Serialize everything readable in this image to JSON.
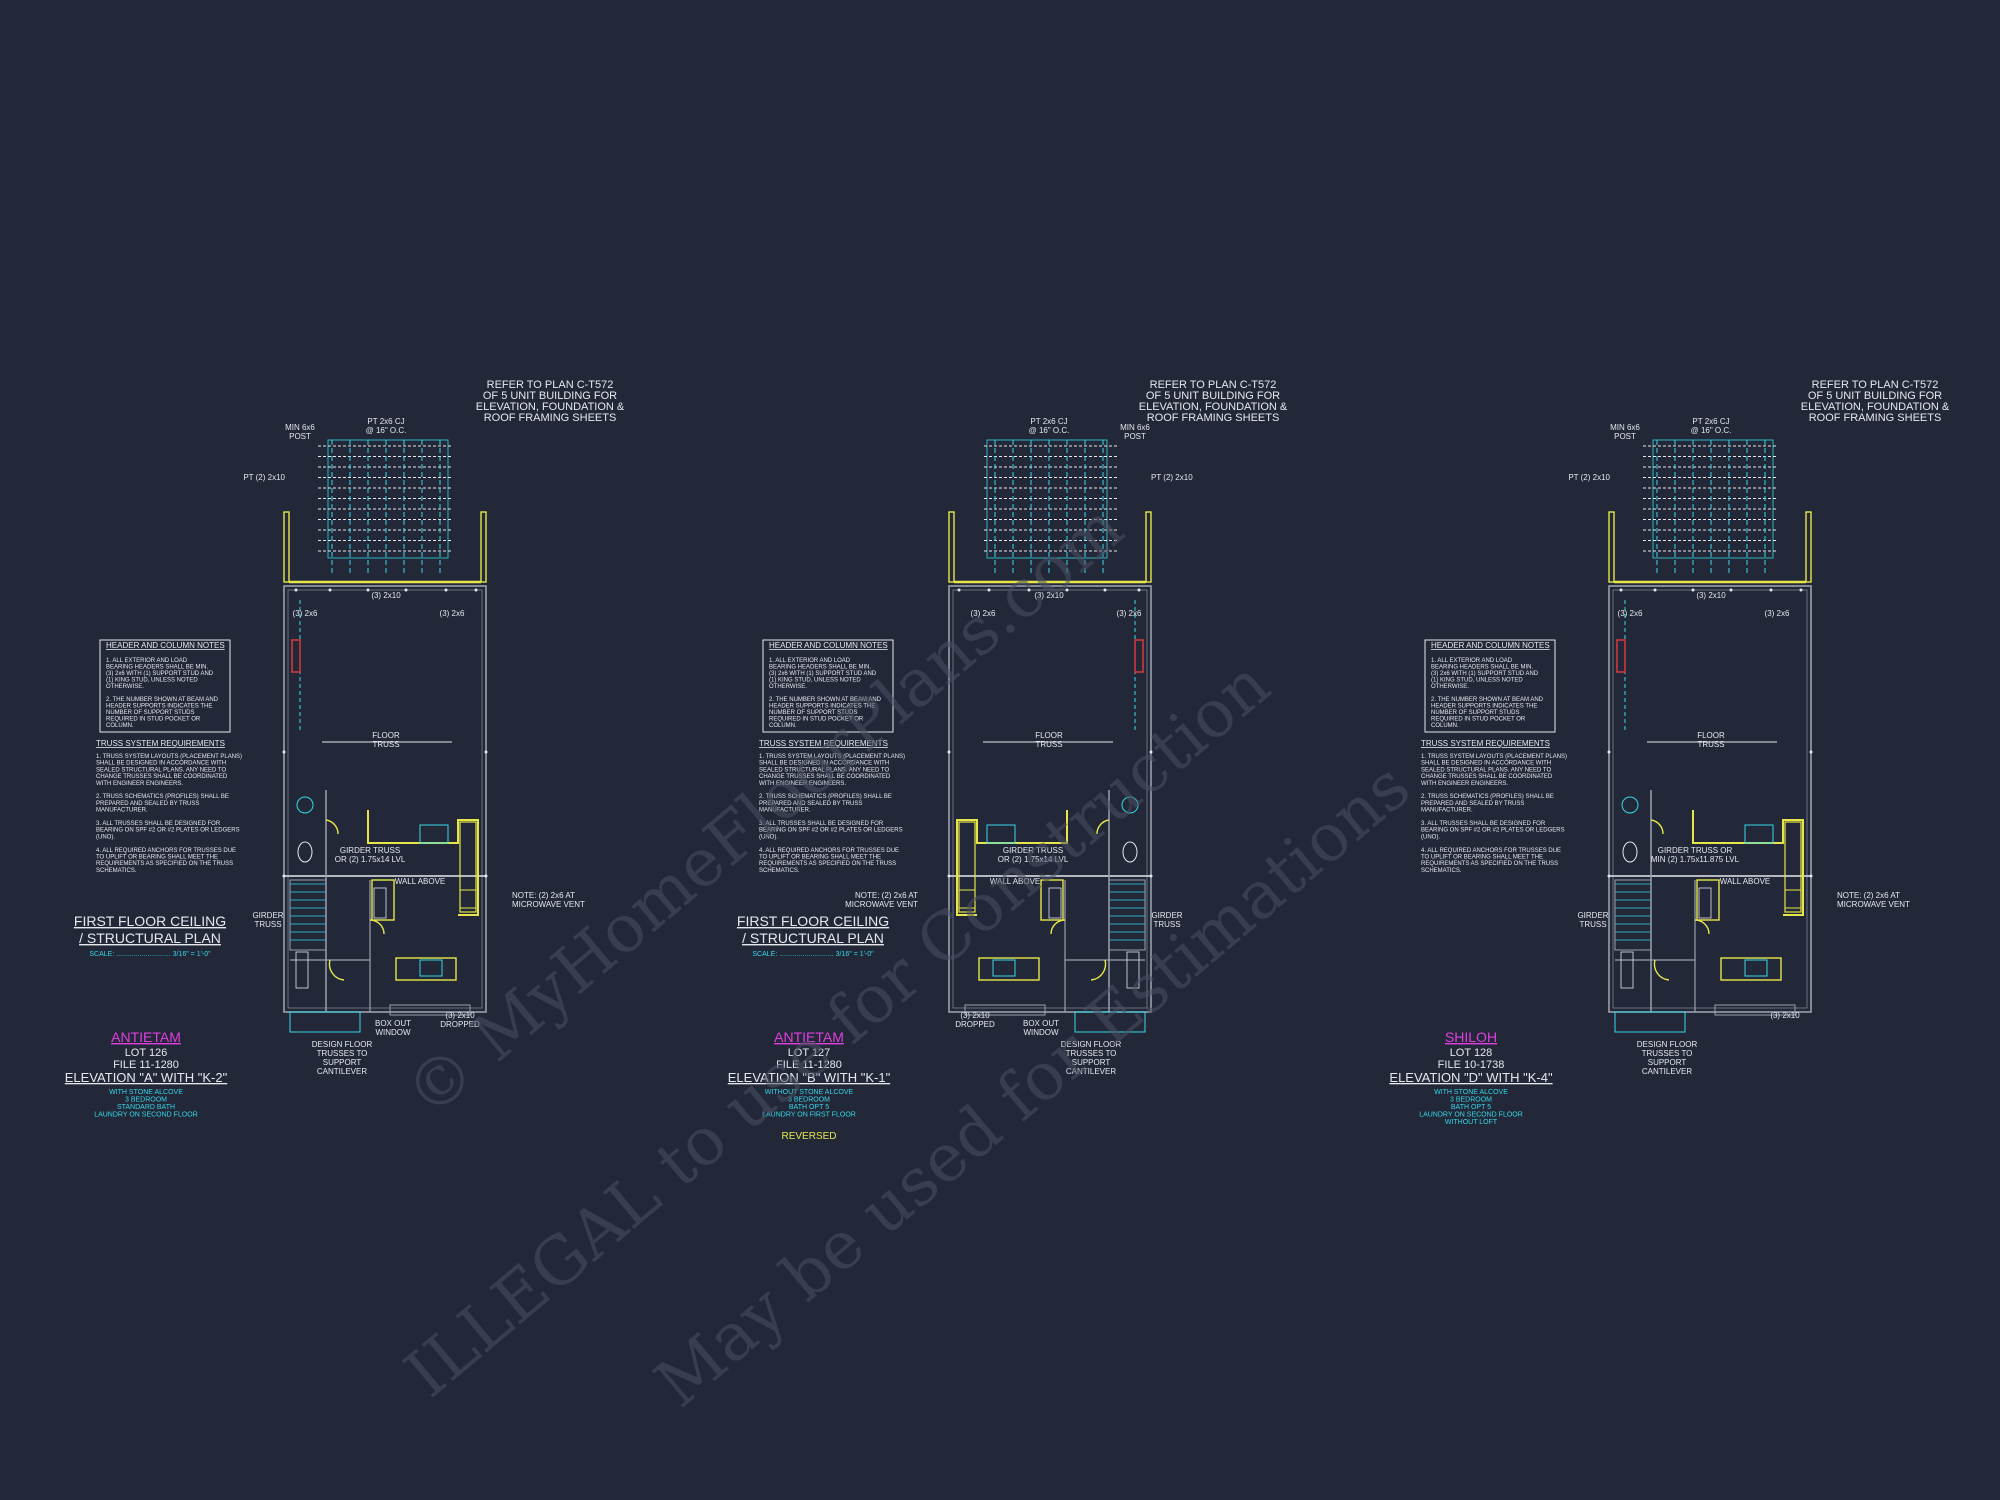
{
  "colors": {
    "background": "#232838",
    "line_white": "#e6e8ee",
    "wall_gray": "#9aa0ad",
    "yellow": "#e6e64a",
    "cyan": "#34d7e8",
    "magenta": "#e23ee2",
    "red": "#d83a3a",
    "watermark": "#4a5062"
  },
  "watermark": {
    "line1": "© MyHomeFloorPlans.com",
    "line2": "ILLEGAL to use for Construction",
    "line3": "May be used for Estimations"
  },
  "sheets": [
    {
      "refer_note": [
        "REFER TO PLAN C-T572",
        "OF 5 UNIT BUILDING FOR",
        "ELEVATION, FOUNDATION &",
        "ROOF FRAMING SHEETS"
      ],
      "post_label": [
        "MIN 6x6",
        "POST"
      ],
      "cj_label": [
        "PT 2x6 CJ",
        "@ 16\" O.C."
      ],
      "pt_label": "PT (2) 2x10",
      "header_label": "(3) 2x10",
      "corner_label_a": "(3) 2x6",
      "corner_label_b": "(3) 2x6",
      "floor_truss": [
        "FLOOR",
        "TRUSS"
      ],
      "girder_truss_note": [
        "GIRDER TRUSS",
        "OR (2) 1.75x14 LVL"
      ],
      "wall_above": "WALL ABOVE",
      "note_vent": [
        "NOTE: (2) 2x6 AT",
        "MICROWAVE VENT"
      ],
      "girder_truss": [
        "GIRDER",
        "TRUSS"
      ],
      "dropped": [
        "(3) 2x10",
        "DROPPED"
      ],
      "box_out": [
        "BOX OUT",
        "WINDOW"
      ],
      "design_floor": [
        "DESIGN FLOOR",
        "TRUSSES TO",
        "SUPPORT",
        "CANTILEVER"
      ],
      "header_notes_title": "HEADER AND COLUMN NOTES",
      "header_notes": [
        "1. ALL EXTERIOR AND LOAD",
        "BEARING HEADERS SHALL BE MIN.",
        "(3) 2x6 WITH (1) SUPPORT STUD AND",
        "(1) KING STUD, UNLESS NOTED",
        "OTHERWISE.",
        "",
        "2. THE NUMBER SHOWN AT BEAM AND",
        "HEADER SUPPORTS INDICATES THE",
        "NUMBER OF SUPPORT STUDS",
        "REQUIRED IN STUD POCKET OR",
        "COLUMN."
      ],
      "truss_title": "TRUSS SYSTEM REQUIREMENTS",
      "truss_notes": [
        "1. TRUSS SYSTEM LAYOUTS (PLACEMENT PLANS)",
        "SHALL BE DESIGNED IN ACCORDANCE WITH",
        "SEALED STRUCTURAL PLANS. ANY NEED TO",
        "CHANGE TRUSSES SHALL BE COORDINATED",
        "WITH ENGINEER ENGINEERS.",
        "",
        "2. TRUSS SCHEMATICS (PROFILES) SHALL BE",
        "PREPARED AND SEALED BY TRUSS",
        "MANUFACTURER.",
        "",
        "3. ALL TRUSSES SHALL BE DESIGNED FOR",
        "BEARING ON SPF #2 OR #2 PLATES OR LEDGERS",
        "(UNO).",
        "",
        "4. ALL REQUIRED ANCHORS FOR TRUSSES DUE",
        "TO UPLIFT OR BEARING SHALL MEET THE",
        "REQUIREMENTS AS SPECIFIED ON THE TRUSS",
        "SCHEMATICS."
      ],
      "plan_title": [
        "FIRST FLOOR CEILING",
        "/ STRUCTURAL PLAN"
      ],
      "scale": "SCALE: ............................ 3/16\" = 1'-0\"",
      "name": "ANTIETAM",
      "lot": "LOT 126",
      "file": "FILE 11-1280",
      "elevation": "ELEVATION \"A\" WITH \"K-2\"",
      "options": [
        "WITH STONE ALCOVE",
        "3 BEDROOM",
        "STANDARD BATH",
        "LAUNDRY ON SECOND FLOOR"
      ],
      "extra": ""
    },
    {
      "refer_note": [
        "REFER TO PLAN C-T572",
        "OF 5 UNIT BUILDING FOR",
        "ELEVATION, FOUNDATION &",
        "ROOF FRAMING SHEETS"
      ],
      "post_label": [
        "MIN 6x6",
        "POST"
      ],
      "cj_label": [
        "PT 2x6 CJ",
        "@ 16\" O.C."
      ],
      "pt_label": "PT (2) 2x10",
      "header_label": "(3) 2x10",
      "corner_label_a": "(3) 2x6",
      "corner_label_b": "(3) 2x6",
      "floor_truss": [
        "FLOOR",
        "TRUSS"
      ],
      "girder_truss_note": [
        "GIRDER TRUSS",
        "OR (2) 1.75x14 LVL"
      ],
      "wall_above": "WALL ABOVE",
      "note_vent": [
        "NOTE: (2) 2x6 AT",
        "MICROWAVE VENT"
      ],
      "girder_truss": [
        "GIRDER",
        "TRUSS"
      ],
      "dropped": [
        "(3) 2x10",
        "DROPPED"
      ],
      "box_out": [
        "BOX OUT",
        "WINDOW"
      ],
      "design_floor": [
        "DESIGN FLOOR",
        "TRUSSES TO",
        "SUPPORT",
        "CANTILEVER"
      ],
      "header_notes_title": "HEADER AND COLUMN NOTES",
      "header_notes": [
        "1. ALL EXTERIOR AND LOAD",
        "BEARING HEADERS SHALL BE MIN.",
        "(3) 2x6 WITH (1) SUPPORT STUD AND",
        "(1) KING STUD, UNLESS NOTED",
        "OTHERWISE.",
        "",
        "2. THE NUMBER SHOWN AT BEAM AND",
        "HEADER SUPPORTS INDICATES THE",
        "NUMBER OF SUPPORT STUDS",
        "REQUIRED IN STUD POCKET OR",
        "COLUMN."
      ],
      "truss_title": "TRUSS SYSTEM REQUIREMENTS",
      "truss_notes": [
        "1. TRUSS SYSTEM LAYOUTS (PLACEMENT PLANS)",
        "SHALL BE DESIGNED IN ACCORDANCE WITH",
        "SEALED STRUCTURAL PLANS. ANY NEED TO",
        "CHANGE TRUSSES SHALL BE COORDINATED",
        "WITH ENGINEER ENGINEERS.",
        "",
        "2. TRUSS SCHEMATICS (PROFILES) SHALL BE",
        "PREPARED AND SEALED BY TRUSS",
        "MANUFACTURER.",
        "",
        "3. ALL TRUSSES SHALL BE DESIGNED FOR",
        "BEARING ON SPF #2 OR #2 PLATES OR LEDGERS",
        "(UNO).",
        "",
        "4. ALL REQUIRED ANCHORS FOR TRUSSES DUE",
        "TO UPLIFT OR BEARING SHALL MEET THE",
        "REQUIREMENTS AS SPECIFIED ON THE TRUSS",
        "SCHEMATICS."
      ],
      "plan_title": [
        "FIRST FLOOR CEILING",
        "/ STRUCTURAL PLAN"
      ],
      "scale": "SCALE: ............................ 3/16\" = 1'-0\"",
      "name": "ANTIETAM",
      "lot": "LOT 127",
      "file": "FILE 11-1280",
      "elevation": "ELEVATION \"B\" WITH \"K-1\"",
      "options": [
        "WITHOUT STONE ALCOVE",
        "3 BEDROOM",
        "BATH OPT 5",
        "LAUNDRY ON FIRST FLOOR"
      ],
      "extra": "REVERSED"
    },
    {
      "refer_note": [
        "REFER TO PLAN C-T572",
        "OF 5 UNIT BUILDING FOR",
        "ELEVATION, FOUNDATION &",
        "ROOF FRAMING SHEETS"
      ],
      "post_label": [
        "MIN 6x6",
        "POST"
      ],
      "cj_label": [
        "PT 2x6 CJ",
        "@ 16\" O.C."
      ],
      "pt_label": "PT (2) 2x10",
      "header_label": "(3) 2x10",
      "corner_label_a": "(3) 2x6",
      "corner_label_b": "(3) 2x6",
      "floor_truss": [
        "FLOOR",
        "TRUSS"
      ],
      "girder_truss_note": [
        "GIRDER TRUSS OR",
        "MIN (2) 1.75x11.875 LVL"
      ],
      "wall_above": "WALL ABOVE",
      "note_vent": [
        "NOTE: (2) 2x6 AT",
        "MICROWAVE VENT"
      ],
      "girder_truss": [
        "GIRDER",
        "TRUSS"
      ],
      "dropped": [
        "(3) 2x10",
        ""
      ],
      "box_out": [
        "",
        ""
      ],
      "design_floor": [
        "DESIGN FLOOR",
        "TRUSSES TO",
        "SUPPORT",
        "CANTILEVER"
      ],
      "header_notes_title": "HEADER AND COLUMN NOTES",
      "header_notes": [
        "1. ALL EXTERIOR AND LOAD",
        "BEARING HEADERS SHALL BE MIN.",
        "(3) 2x6 WITH (1) SUPPORT STUD AND",
        "(1) KING STUD, UNLESS NOTED",
        "OTHERWISE.",
        "",
        "2. THE NUMBER SHOWN AT BEAM AND",
        "HEADER SUPPORTS INDICATES THE",
        "NUMBER OF SUPPORT STUDS",
        "REQUIRED IN STUD POCKET OR",
        "COLUMN."
      ],
      "truss_title": "TRUSS SYSTEM REQUIREMENTS",
      "truss_notes": [
        "1. TRUSS SYSTEM LAYOUTS (PLACEMENT PLANS)",
        "SHALL BE DESIGNED IN ACCORDANCE WITH",
        "SEALED STRUCTURAL PLANS. ANY NEED TO",
        "CHANGE TRUSSES SHALL BE COORDINATED",
        "WITH ENGINEER ENGINEERS.",
        "",
        "2. TRUSS SCHEMATICS (PROFILES) SHALL BE",
        "PREPARED AND SEALED BY TRUSS",
        "MANUFACTURER.",
        "",
        "3. ALL TRUSSES SHALL BE DESIGNED FOR",
        "BEARING ON SPF #2 OR #2 PLATES OR LEDGERS",
        "(UNO).",
        "",
        "4. ALL REQUIRED ANCHORS FOR TRUSSES DUE",
        "TO UPLIFT OR BEARING SHALL MEET THE",
        "REQUIREMENTS AS SPECIFIED ON THE TRUSS",
        "SCHEMATICS."
      ],
      "plan_title": [
        "",
        ""
      ],
      "scale": "",
      "name": "SHILOH",
      "lot": "LOT 128",
      "file": "FILE 10-1738",
      "elevation": "ELEVATION \"D\" WITH \"K-4\"",
      "options": [
        "WITH STONE ALCOVE",
        "3 BEDROOM",
        "BATH OPT 5",
        "LAUNDRY ON SECOND FLOOR",
        "WITHOUT LOFT"
      ],
      "extra": ""
    }
  ]
}
